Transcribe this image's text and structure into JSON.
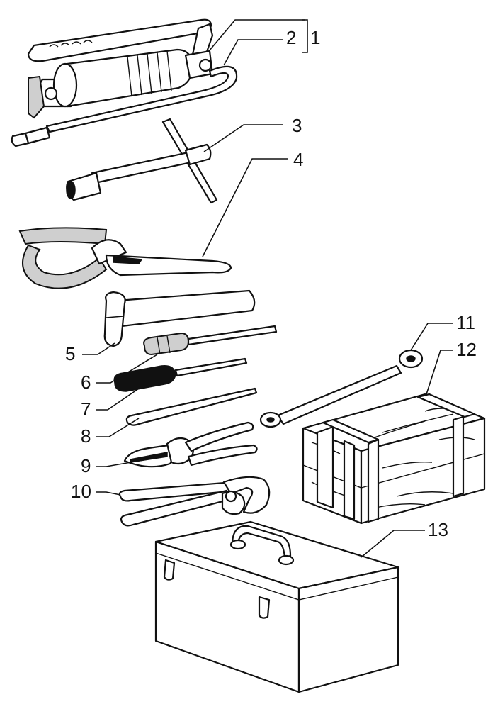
{
  "callouts": {
    "n1": "1",
    "n2": "2",
    "n3": "3",
    "n4": "4",
    "n5": "5",
    "n6": "6",
    "n7": "7",
    "n8": "8",
    "n9": "9",
    "n10": "10",
    "n11": "11",
    "n12": "12",
    "n13": "13"
  }
}
